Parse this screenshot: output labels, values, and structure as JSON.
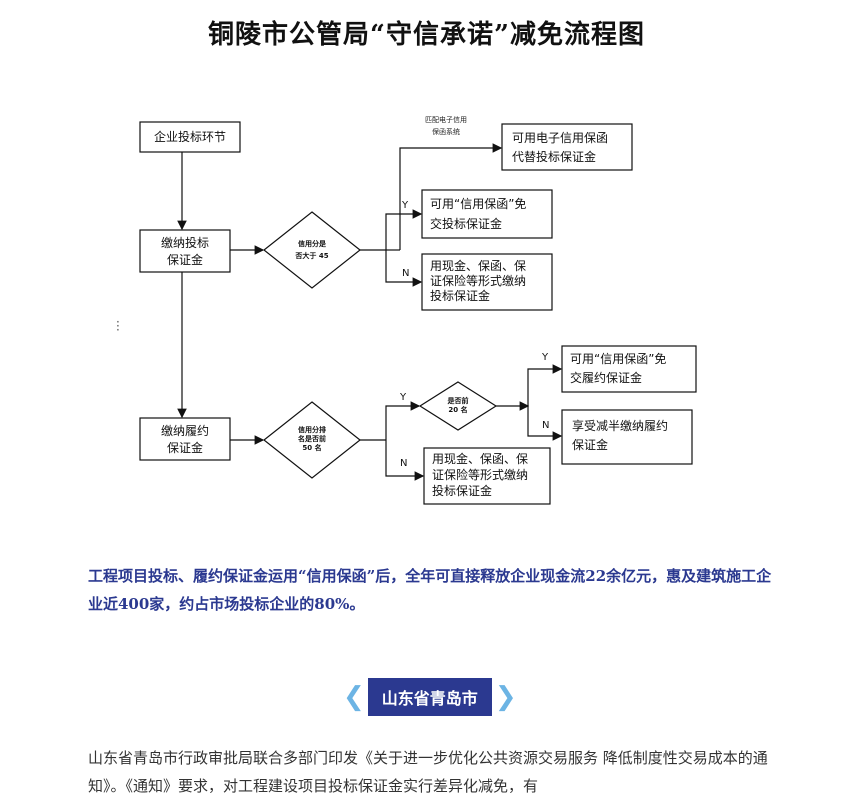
{
  "title": "铜陵市公管局“守信承诺”减免流程图",
  "flowchart": {
    "start": "企业投标环节",
    "bid_deposit": [
      "缴纳投标",
      "保证金"
    ],
    "perf_deposit": [
      "缴纳履约",
      "保证金"
    ],
    "d1": [
      "信用分是",
      "否大于 45"
    ],
    "d2": [
      "信用分排",
      "名是否前",
      "50 名"
    ],
    "d3": [
      "是否前",
      "20 名"
    ],
    "top_note": [
      "匹配电子信用",
      "保函系统"
    ],
    "r_electronic": [
      "可用电子信用保函",
      "代替投标保证金"
    ],
    "r_bid_credit": [
      "可用“信用保函”免",
      "交投标保证金"
    ],
    "r_bid_cash": [
      "用现金、保函、保",
      "证保险等形式缴纳",
      "投标保证金"
    ],
    "r_perf_credit": [
      "可用“信用保函”免",
      "交履约保证金"
    ],
    "r_half": [
      "享受减半缴纳履约",
      "保证金"
    ],
    "r_perf_cash": [
      "用现金、保函、保",
      "证保险等形式缴纳",
      "投标保证金"
    ],
    "yes": "Y",
    "no": "N"
  },
  "highlight": "工程项目投标、履约保证金运用“信用保函”后，全年可直接释放企业现金流22余亿元，惠及建筑施工企业近400家，约占市场投标企业的80%。",
  "section": {
    "label": "山东省青岛市",
    "left_chevron": "chevron-left-icon",
    "right_chevron": "chevron-right-icon",
    "accent": "#2b3990",
    "chevron_color": "#6cb4e4"
  },
  "body": "山东省青岛市行政审批局联合多部门印发《关于进一步优化公共资源交易服务 降低制度性交易成本的通知》。《通知》要求，对工程建设项目投标保证金实行差异化减免，有"
}
